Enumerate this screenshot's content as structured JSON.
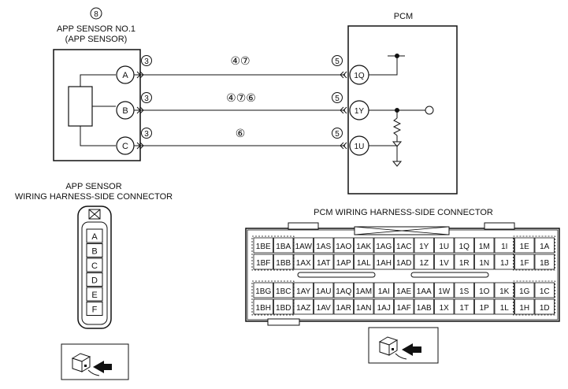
{
  "sensor": {
    "ref_marker": "8",
    "name_line1": "APP SENSOR NO.1",
    "name_line2": "(APP SENSOR)",
    "pins": [
      "A",
      "B",
      "C"
    ]
  },
  "pcm": {
    "title": "PCM",
    "terminals": [
      "1Q",
      "1Y",
      "1U"
    ]
  },
  "wires": [
    {
      "sensor_marker": "3",
      "mid_markers": "④⑦",
      "pcm_marker": "5"
    },
    {
      "sensor_marker": "3",
      "mid_markers": "④⑦⑥",
      "pcm_marker": "5"
    },
    {
      "sensor_marker": "3",
      "mid_markers": "⑥",
      "pcm_marker": "5"
    }
  ],
  "sensor_connector": {
    "title_line1": "APP SENSOR",
    "title_line2": "WIRING HARNESS-SIDE CONNECTOR",
    "pins": [
      "A",
      "B",
      "C",
      "D",
      "E",
      "F"
    ]
  },
  "pcm_connector": {
    "title": "PCM WIRING HARNESS-SIDE CONNECTOR",
    "upper_row1": [
      "1BE",
      "1BA",
      "1AW",
      "1AS",
      "1AO",
      "1AK",
      "1AG",
      "1AC",
      "1Y",
      "1U",
      "1Q",
      "1M",
      "1I",
      "1E",
      "1A"
    ],
    "upper_row2": [
      "1BF",
      "1BB",
      "1AX",
      "1AT",
      "1AP",
      "1AL",
      "1AH",
      "1AD",
      "1Z",
      "1V",
      "1R",
      "1N",
      "1J",
      "1F",
      "1B"
    ],
    "lower_row1": [
      "1BG",
      "1BC",
      "1AY",
      "1AU",
      "1AQ",
      "1AM",
      "1AI",
      "1AE",
      "1AA",
      "1W",
      "1S",
      "1O",
      "1K",
      "1G",
      "1C"
    ],
    "lower_row2": [
      "1BH",
      "1BD",
      "1AZ",
      "1AV",
      "1AR",
      "1AN",
      "1AJ",
      "1AF",
      "1AB",
      "1X",
      "1T",
      "1P",
      "1L",
      "1H",
      "1D"
    ]
  }
}
